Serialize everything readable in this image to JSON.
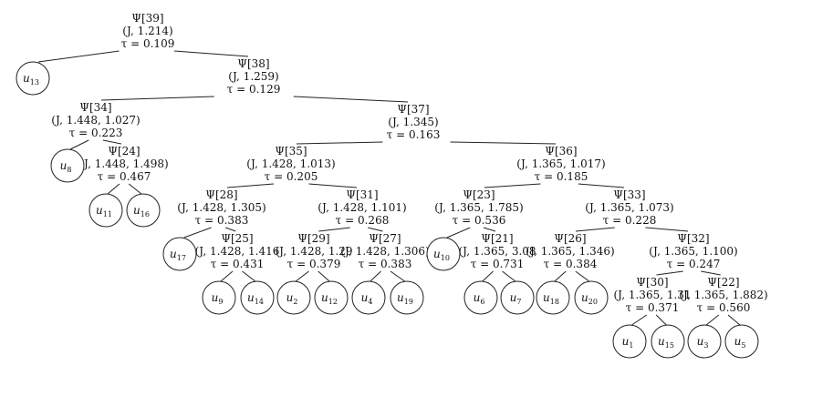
{
  "nodes": [
    {
      "id": "n39",
      "lines": [
        "Ψ[39]",
        "(J, 1.214)",
        "τ = 0.109"
      ]
    },
    {
      "id": "n38",
      "lines": [
        "Ψ[38]",
        "(J, 1.259)",
        "τ = 0.129"
      ]
    },
    {
      "id": "n37",
      "lines": [
        "Ψ[37]",
        "(J, 1.345)",
        "τ = 0.163"
      ]
    },
    {
      "id": "n34",
      "lines": [
        "Ψ[34]",
        "(J, 1.448, 1.027)",
        "τ = 0.223"
      ]
    },
    {
      "id": "n24",
      "lines": [
        "Ψ[24]",
        "(J, 1.448, 1.498)",
        "τ = 0.467"
      ]
    },
    {
      "id": "n35",
      "lines": [
        "Ψ[35]",
        "(J, 1.428, 1.013)",
        "τ = 0.205"
      ]
    },
    {
      "id": "n36",
      "lines": [
        "Ψ[36]",
        "(J, 1.365, 1.017)",
        "τ = 0.185"
      ]
    },
    {
      "id": "n28",
      "lines": [
        "Ψ[28]",
        "(J, 1.428, 1.305)",
        "τ = 0.383"
      ]
    },
    {
      "id": "n31",
      "lines": [
        "Ψ[31]",
        "(J, 1.428, 1.101)",
        "τ = 0.268"
      ]
    },
    {
      "id": "n23",
      "lines": [
        "Ψ[23]",
        "(J, 1.365, 1.785)",
        "τ = 0.536"
      ]
    },
    {
      "id": "n33",
      "lines": [
        "Ψ[33]",
        "(J, 1.365, 1.073)",
        "τ = 0.228"
      ]
    },
    {
      "id": "n25",
      "lines": [
        "Ψ[25]",
        "(J, 1.428, 1.416",
        "τ = 0.431"
      ]
    },
    {
      "id": "n29",
      "lines": [
        "Ψ[29]",
        "(J, 1.428, 1.29",
        "τ = 0.379"
      ]
    },
    {
      "id": "n27",
      "lines": [
        "Ψ[27]",
        "(J, 1.428, 1.306)",
        "τ = 0.383"
      ]
    },
    {
      "id": "n21",
      "lines": [
        "Ψ[21]",
        "(J, 1.365, 3.08",
        "τ = 0.731"
      ]
    },
    {
      "id": "n26",
      "lines": [
        "Ψ[26]",
        "(J, 1.365, 1.346)",
        "τ = 0.384"
      ]
    },
    {
      "id": "n32",
      "lines": [
        "Ψ[32]",
        "(J, 1.365, 1.100)",
        "τ = 0.247"
      ]
    },
    {
      "id": "n30",
      "lines": [
        "Ψ[30]",
        "(J, 1.365, 1.31",
        "τ = 0.371"
      ]
    },
    {
      "id": "n22",
      "lines": [
        "Ψ[22]",
        "(J, 1.365, 1.882)",
        "τ = 0.560"
      ]
    }
  ],
  "leaves": [
    {
      "id": "l13",
      "base": "u",
      "sub": "13"
    },
    {
      "id": "l8",
      "base": "u",
      "sub": "8"
    },
    {
      "id": "l11",
      "base": "u",
      "sub": "11"
    },
    {
      "id": "l16",
      "base": "u",
      "sub": "16"
    },
    {
      "id": "l17",
      "base": "u",
      "sub": "17"
    },
    {
      "id": "l9",
      "base": "u",
      "sub": "9"
    },
    {
      "id": "l14",
      "base": "u",
      "sub": "14"
    },
    {
      "id": "l2",
      "base": "u",
      "sub": "2"
    },
    {
      "id": "l12",
      "base": "u",
      "sub": "12"
    },
    {
      "id": "l4",
      "base": "u",
      "sub": "4"
    },
    {
      "id": "l19",
      "base": "u",
      "sub": "19"
    },
    {
      "id": "l10",
      "base": "u",
      "sub": "10"
    },
    {
      "id": "l6",
      "base": "u",
      "sub": "6"
    },
    {
      "id": "l7",
      "base": "u",
      "sub": "7"
    },
    {
      "id": "l18",
      "base": "u",
      "sub": "18"
    },
    {
      "id": "l20",
      "base": "u",
      "sub": "20"
    },
    {
      "id": "l1",
      "base": "u",
      "sub": "1"
    },
    {
      "id": "l15",
      "base": "u",
      "sub": "15"
    },
    {
      "id": "l3",
      "base": "u",
      "sub": "3"
    },
    {
      "id": "l5",
      "base": "u",
      "sub": "5"
    }
  ],
  "edges": [
    [
      "n39",
      "l13"
    ],
    [
      "n39",
      "n38"
    ],
    [
      "n38",
      "n34"
    ],
    [
      "n38",
      "n37"
    ],
    [
      "n34",
      "l8"
    ],
    [
      "n34",
      "n24"
    ],
    [
      "n24",
      "l11"
    ],
    [
      "n24",
      "l16"
    ],
    [
      "n37",
      "n35"
    ],
    [
      "n37",
      "n36"
    ],
    [
      "n35",
      "n28"
    ],
    [
      "n35",
      "n31"
    ],
    [
      "n28",
      "l17"
    ],
    [
      "n28",
      "n25"
    ],
    [
      "n25",
      "l9"
    ],
    [
      "n25",
      "l14"
    ],
    [
      "n31",
      "n29"
    ],
    [
      "n31",
      "n27"
    ],
    [
      "n29",
      "l2"
    ],
    [
      "n29",
      "l12"
    ],
    [
      "n27",
      "l4"
    ],
    [
      "n27",
      "l19"
    ],
    [
      "n36",
      "n23"
    ],
    [
      "n36",
      "n33"
    ],
    [
      "n23",
      "l10"
    ],
    [
      "n23",
      "n21"
    ],
    [
      "n21",
      "l6"
    ],
    [
      "n21",
      "l7"
    ],
    [
      "n33",
      "n26"
    ],
    [
      "n33",
      "n32"
    ],
    [
      "n26",
      "l18"
    ],
    [
      "n26",
      "l20"
    ],
    [
      "n32",
      "n30"
    ],
    [
      "n32",
      "n22"
    ],
    [
      "n30",
      "l1"
    ],
    [
      "n30",
      "l15"
    ],
    [
      "n22",
      "l3"
    ],
    [
      "n22",
      "l5"
    ]
  ]
}
